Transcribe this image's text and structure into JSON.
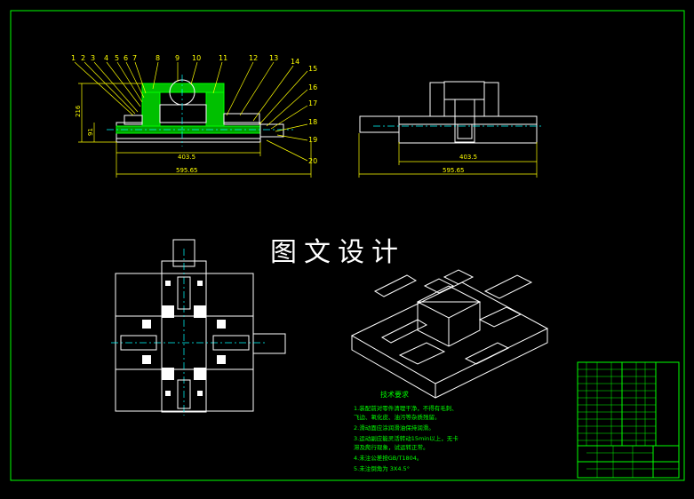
{
  "watermark": "图文设计",
  "part_numbers_top": [
    "1",
    "2",
    "3",
    "4",
    "5",
    "6",
    "7",
    "8",
    "9",
    "10",
    "11",
    "12",
    "13",
    "14"
  ],
  "part_numbers_right": [
    "15",
    "16",
    "17",
    "18",
    "19",
    "20"
  ],
  "front_view": {
    "width_inner": "403.5",
    "width_outer": "595.65",
    "height_total": "216",
    "height_lower": "91"
  },
  "side_view": {
    "width_inner": "403.5",
    "width_outer": "595.65"
  },
  "technical_notes": {
    "title": "技术要求",
    "items": [
      "1.装配前对零件清理干净，不得有毛刺、",
      "  飞边、氧化皮、油污等杂质残留。",
      "2.滑动面应涂润滑油保持润滑。",
      "3.运动副应能灵活转动15min以上，无卡",
      "  滞及爬行现象，试运转正常。",
      "4.未注公差按GB/T1804。",
      "5.未注倒角为 3X4.5°"
    ]
  },
  "colors": {
    "frame": "#00ff00",
    "dimension": "#ffff00",
    "outline": "#ffffff",
    "hatch": "#00ff00",
    "centerline": "#00ffff"
  }
}
